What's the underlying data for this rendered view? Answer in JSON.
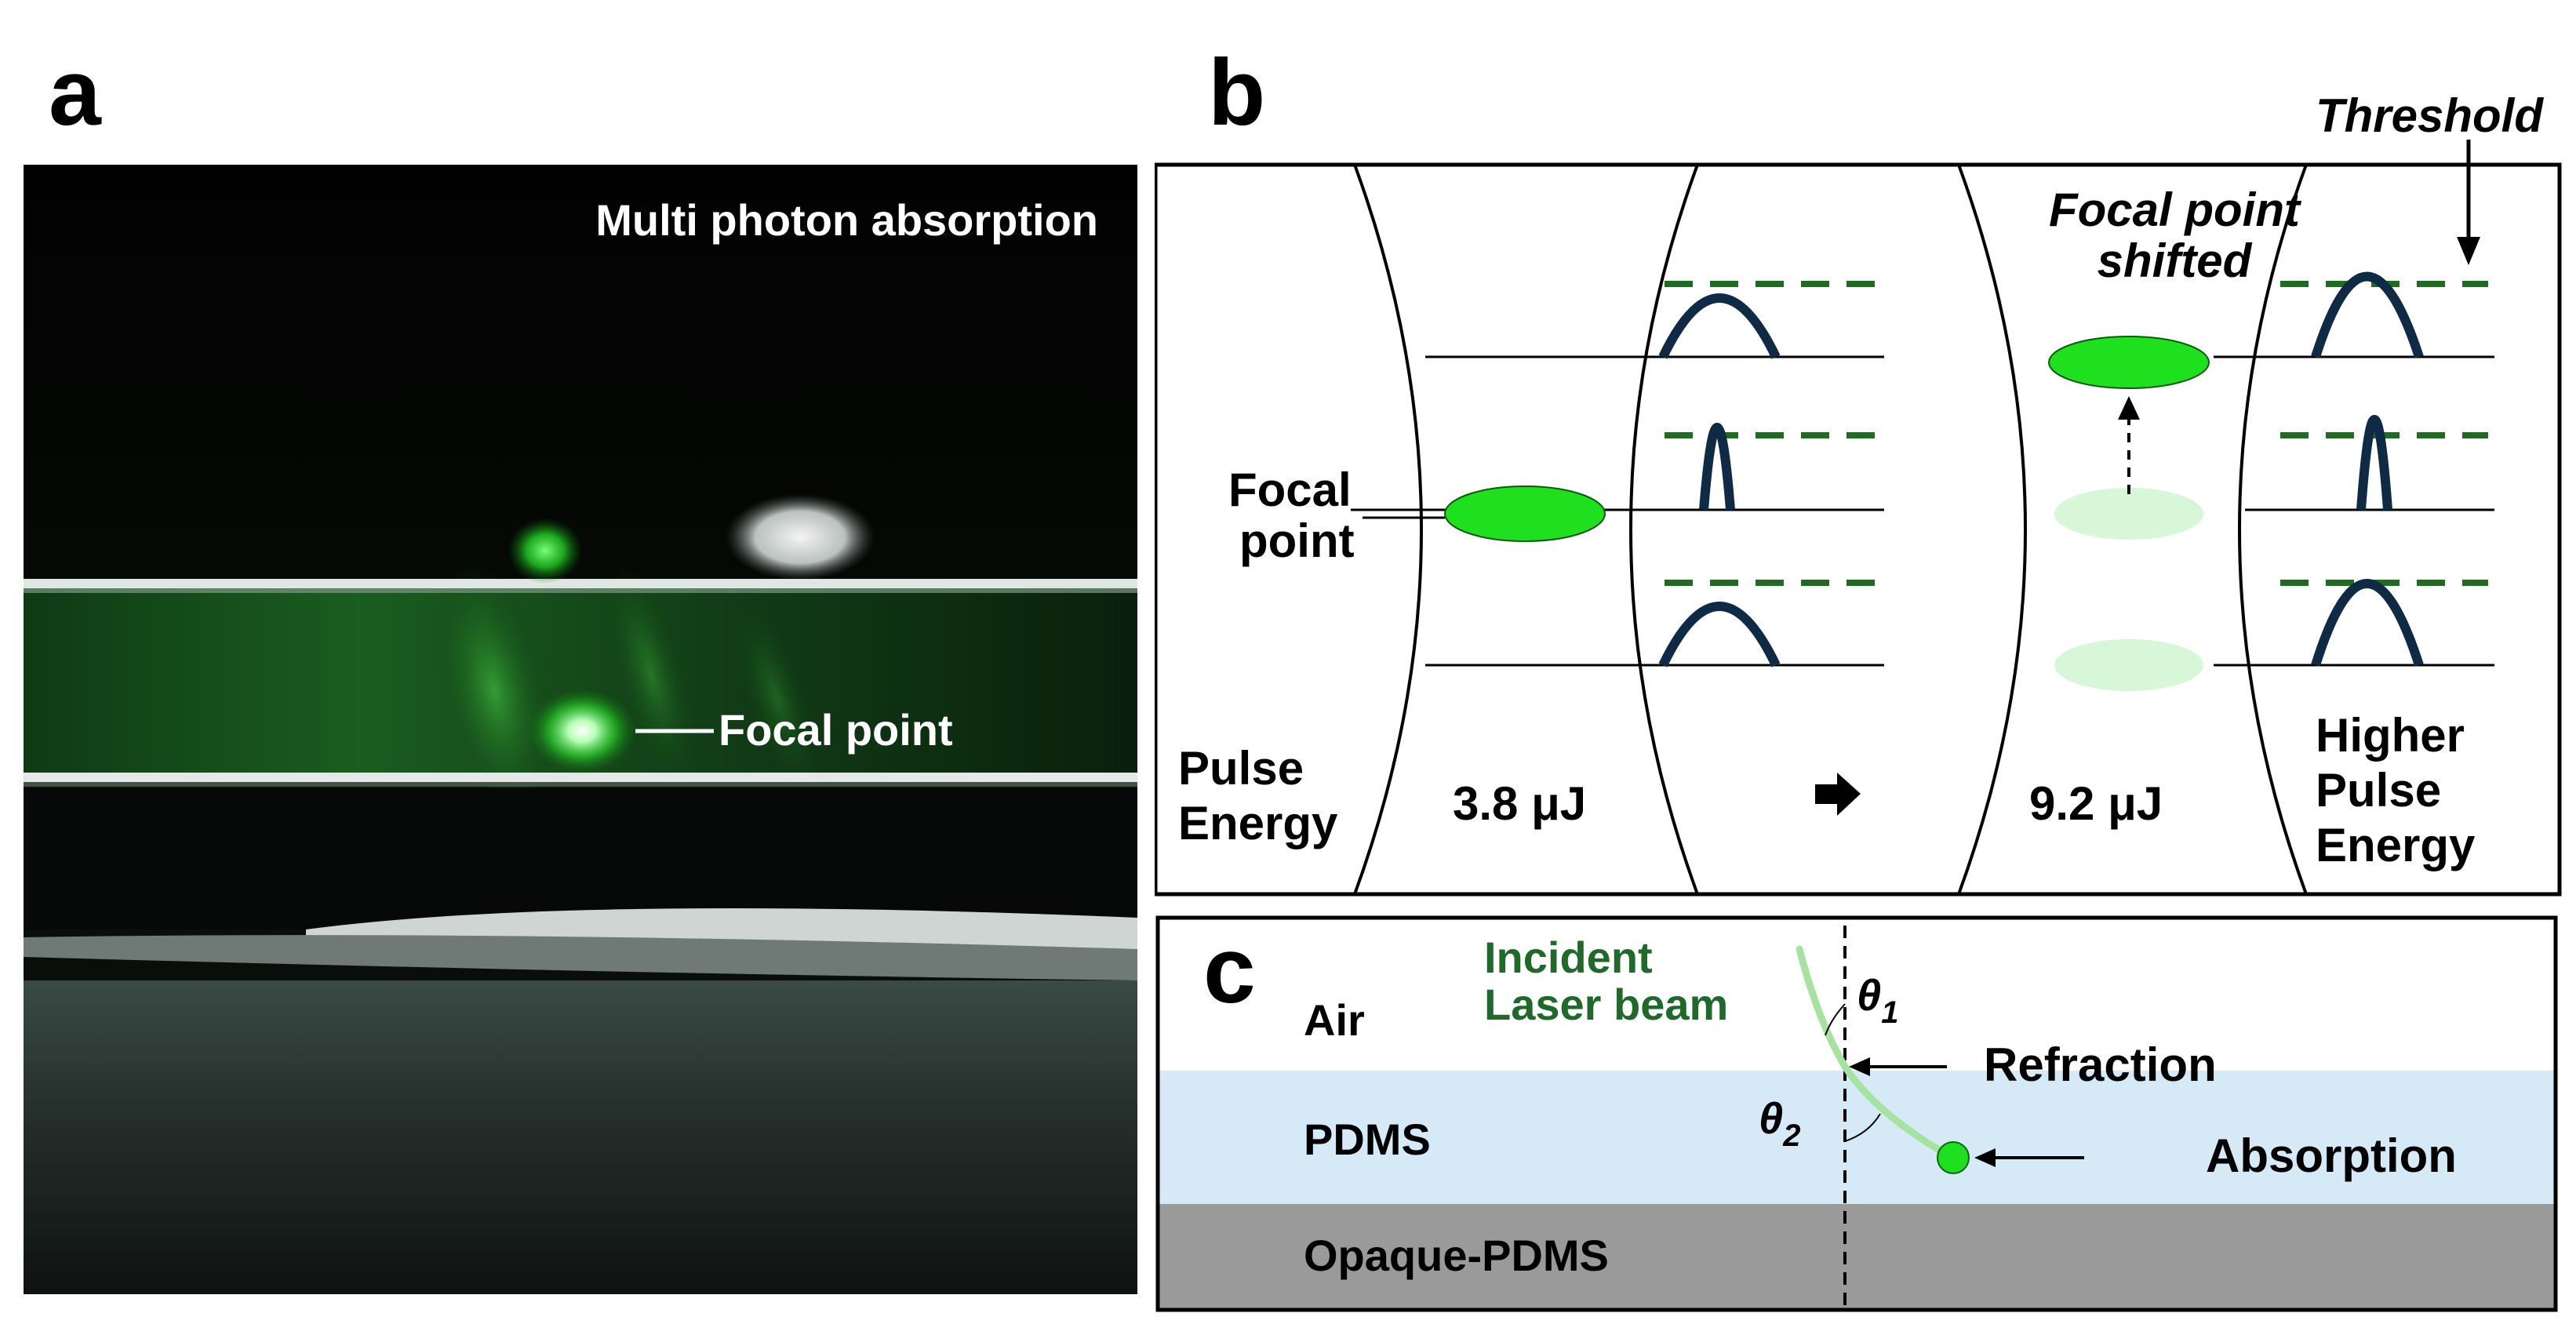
{
  "panels": {
    "a": {
      "letter": "a",
      "caption": "Multi photon absorption",
      "focal_label": "Focal point"
    },
    "b": {
      "letter": "b",
      "threshold_label": "Threshold",
      "shifted_label_line1": "Focal point",
      "shifted_label_line2": "shifted",
      "focal_label_line1": "Focal",
      "focal_label_line2": "point",
      "pulse_label_line1": "Pulse",
      "pulse_label_line2": "Energy",
      "energy_low": "3.8 μJ",
      "energy_high": "9.2  μJ",
      "higher_label_line1": "Higher",
      "higher_label_line2": "Pulse",
      "higher_label_line3": "Energy"
    },
    "c": {
      "letter": "c",
      "incident_line1": "Incident",
      "incident_line2": "Laser beam",
      "air_label": "Air",
      "pdms_label": "PDMS",
      "opaque_label": "Opaque-PDMS",
      "refraction_label": "Refraction",
      "absorption_label": "Absorption",
      "theta1_symbol": "θ",
      "theta1_sub": "1",
      "theta2_symbol": "θ",
      "theta2_sub": "2"
    }
  },
  "colors": {
    "focal_green": "#1ee01e",
    "faded_green": "#d8f6d8",
    "threshold_green": "#1f6b1f",
    "curve_navy": "#0f2a44",
    "pdms_blue": "#d5e9f7",
    "opaque_gray": "#9a9a9a",
    "beam_green": "#a6e3a1",
    "incident_text_green": "#1f6a2a"
  }
}
